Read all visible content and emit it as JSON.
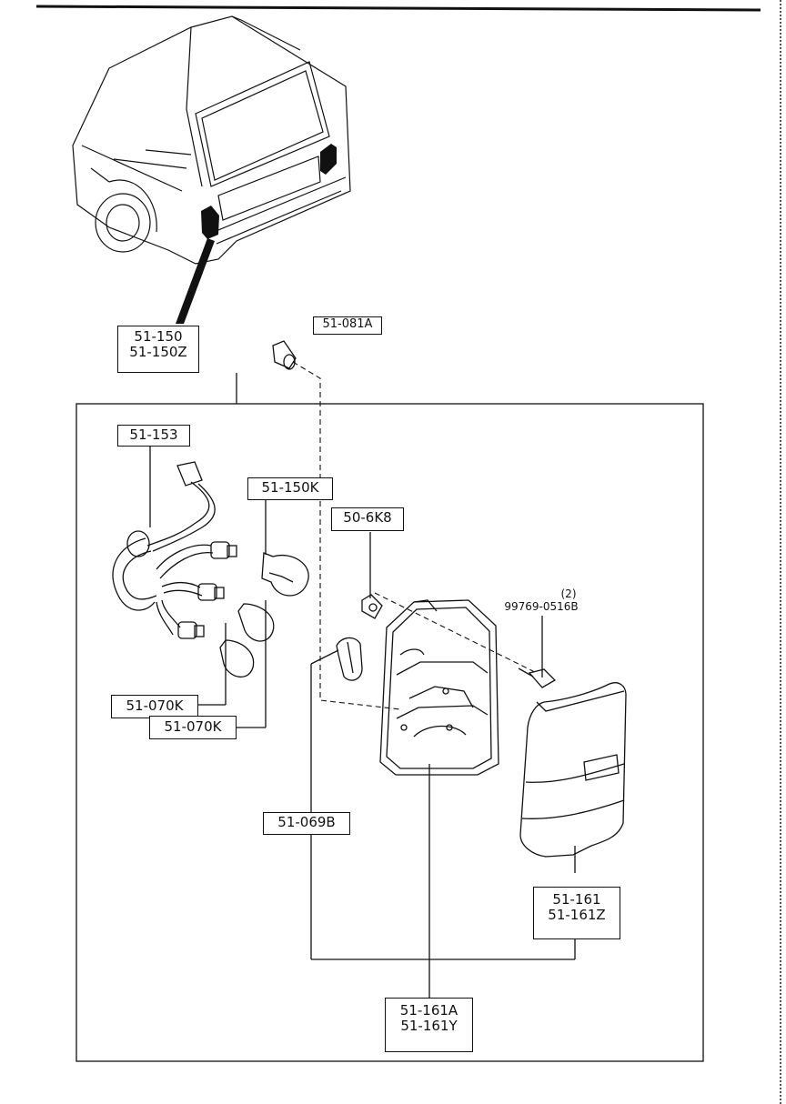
{
  "labels": {
    "p51_150": "51-150",
    "p51_150z": "51-150Z",
    "p51_081a": "51-081A",
    "p51_153": "51-153",
    "p51_150k": "51-150K",
    "p50_6k8": "50-6K8",
    "p99769_qty": "(2)",
    "p99769": "99769-0516B",
    "p51_070k_a": "51-070K",
    "p51_070k_b": "51-070K",
    "p51_069b": "51-069B",
    "p51_161": "51-161",
    "p51_161z": "51-161Z",
    "p51_161a": "51-161A",
    "p51_161y": "51-161Y"
  },
  "colors": {
    "line": "#111111",
    "background": "#ffffff"
  }
}
